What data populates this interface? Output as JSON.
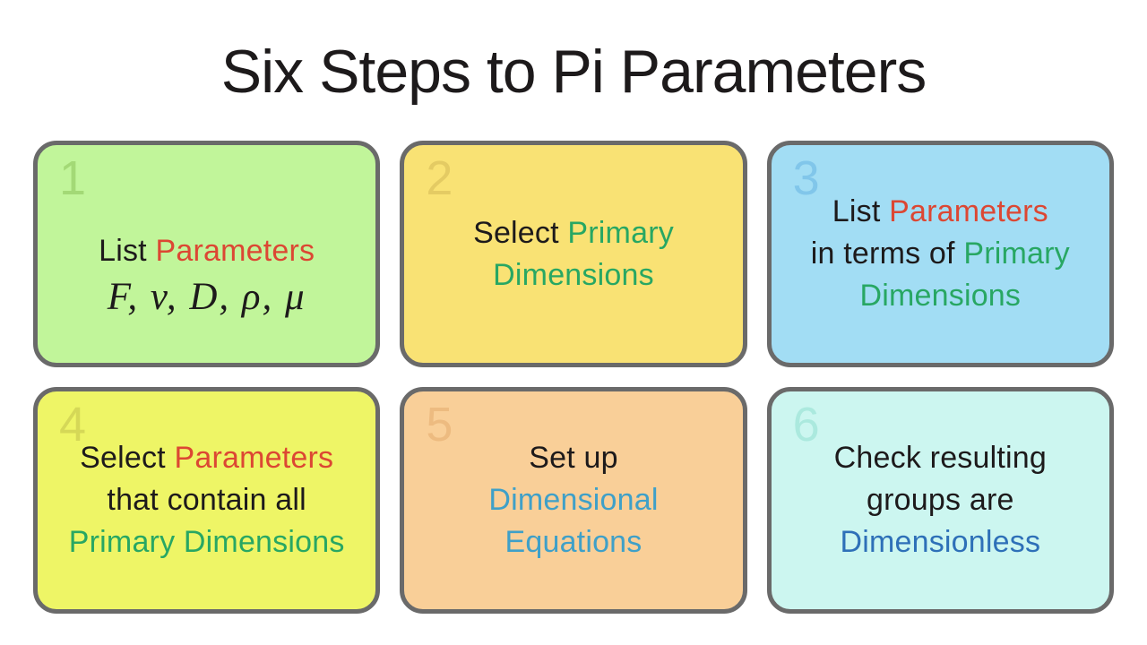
{
  "title": "Six Steps to Pi Parameters",
  "palette": {
    "black": "#1d1a1b",
    "red": "#dc4733",
    "green": "#28a763",
    "blue": "#3fa0c8",
    "darkblue": "#2e70b8",
    "border": "#6a6a6a"
  },
  "boxes": [
    {
      "number": "1",
      "bg": "#c1f59a",
      "number_color": "#a3d976",
      "offset_down": true,
      "lines": [
        [
          {
            "text": "List ",
            "color": "black"
          },
          {
            "text": "Parameters",
            "color": "red"
          }
        ]
      ],
      "formula": "F, v, D, ρ, μ"
    },
    {
      "number": "2",
      "bg": "#f9e274",
      "number_color": "#e4cb63",
      "offset_down": false,
      "lines": [
        [
          {
            "text": "Select ",
            "color": "black"
          },
          {
            "text": "Primary",
            "color": "green"
          }
        ],
        [
          {
            "text": "Dimensions",
            "color": "green"
          }
        ]
      ],
      "formula": ""
    },
    {
      "number": "3",
      "bg": "#a2ddf4",
      "number_color": "#81c6ea",
      "offset_down": false,
      "lines": [
        [
          {
            "text": "List ",
            "color": "black"
          },
          {
            "text": "Parameters",
            "color": "red"
          }
        ],
        [
          {
            "text": "in terms of ",
            "color": "black"
          },
          {
            "text": "Primary",
            "color": "green"
          }
        ],
        [
          {
            "text": "Dimensions",
            "color": "green"
          }
        ]
      ],
      "formula": ""
    },
    {
      "number": "4",
      "bg": "#eef566",
      "number_color": "#d5d857",
      "offset_down": false,
      "lines": [
        [
          {
            "text": "Select ",
            "color": "black"
          },
          {
            "text": "Parameters",
            "color": "red"
          }
        ],
        [
          {
            "text": "that contain all",
            "color": "black"
          }
        ],
        [
          {
            "text": "Primary Dimensions",
            "color": "green"
          }
        ]
      ],
      "formula": ""
    },
    {
      "number": "5",
      "bg": "#f9cf98",
      "number_color": "#edbb80",
      "offset_down": false,
      "lines": [
        [
          {
            "text": "Set up",
            "color": "black"
          }
        ],
        [
          {
            "text": "Dimensional",
            "color": "blue"
          }
        ],
        [
          {
            "text": "Equations",
            "color": "blue"
          }
        ]
      ],
      "formula": ""
    },
    {
      "number": "6",
      "bg": "#ccf6f0",
      "number_color": "#abe9de",
      "offset_down": false,
      "lines": [
        [
          {
            "text": "Check resulting",
            "color": "black"
          }
        ],
        [
          {
            "text": "groups are",
            "color": "black"
          }
        ],
        [
          {
            "text": "Dimensionless",
            "color": "darkblue"
          }
        ]
      ],
      "formula": ""
    }
  ]
}
